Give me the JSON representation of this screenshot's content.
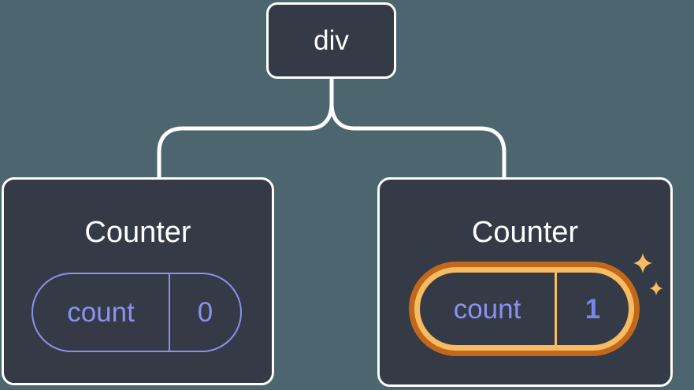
{
  "colors": {
    "background": "#4C656E",
    "card_fill": "#343A46",
    "line": "#FFFFFF",
    "text_white": "#FFFFFF",
    "accent_purple": "#8A91EE",
    "accent_purple_bold": "#7B84E8",
    "highlight_orange_dark": "#C2681C",
    "highlight_orange_light": "#F9BB62"
  },
  "tree": {
    "root": {
      "label": "div"
    },
    "children": [
      {
        "title": "Counter",
        "state": {
          "key": "count",
          "value": "0"
        },
        "highlighted": false
      },
      {
        "title": "Counter",
        "state": {
          "key": "count",
          "value": "1"
        },
        "highlighted": true
      }
    ]
  },
  "icons": {
    "highlight_badge": "sparkle-icon"
  }
}
